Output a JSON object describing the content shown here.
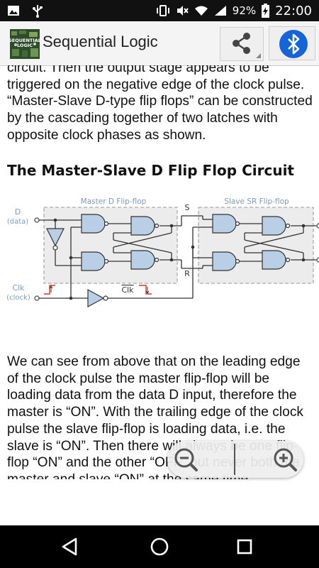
{
  "status_bar": {
    "battery_percent": "92%",
    "time": "22:00",
    "icons": [
      "image-icon",
      "usb-icon",
      "vibrate-icon",
      "mute-icon",
      "wifi-icon",
      "signal-icon",
      "battery-charging-icon"
    ]
  },
  "action_bar": {
    "title": "Sequential Logic",
    "logo_text": "SEQUENTIAL\nLOGIC",
    "actions": [
      "share-icon",
      "bluetooth-icon"
    ]
  },
  "article": {
    "intro_text": "circuit. Then the output stage appears to be triggered on the negative edge of the clock pulse. “Master-Slave D-type flip flops” can be constructed by the cascading together of two latches with opposite clock phases as shown.",
    "heading": "The Master-Slave D Flip Flop Circuit",
    "diagram": {
      "master_label": "Master D Flip-flop",
      "slave_label": "Slave SR Flip-flop",
      "d_input": "D",
      "d_input_sub": "(data)",
      "clk_input": "Clk",
      "clk_input_sub": "(clock)",
      "s_label": "S",
      "r_label": "R",
      "clk_bar_label": "Clk"
    },
    "body_text": "We can see from above that on the leading edge of the clock pulse the master flip-flop will be loading data from the data D input, therefore the master is “ON”. With the trailing edge of the clock pulse the slave flip-flop is loading data, i.e. the slave is “ON”. Then there will always be one flip-flop “ON” and the other “OFF” but never both the master and slave “ON” at the same time."
  },
  "zoom_controls": {
    "zoom_out": "zoom-out-icon",
    "zoom_in": "zoom-in-icon"
  },
  "nav_bar": {
    "buttons": [
      "back-icon",
      "home-icon",
      "recents-icon"
    ]
  },
  "colors": {
    "status_bar": "#111111",
    "action_bar": "#f4f4f4",
    "bluetooth_accent": "#1565d8",
    "diagram_blue": "#7a9cc0",
    "diagram_box": "#aaaaaa",
    "clock_trace": "#e03020"
  }
}
